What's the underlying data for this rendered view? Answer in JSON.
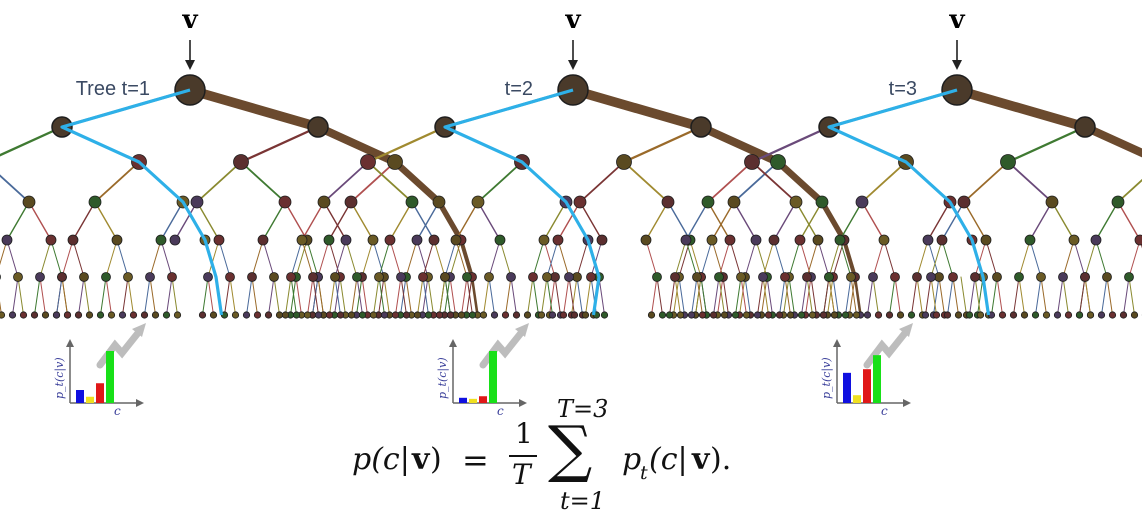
{
  "input_symbol": "v",
  "trees": [
    {
      "label": "Tree t=1",
      "hist": [
        {
          "color": "#1010e0",
          "value": 0.25
        },
        {
          "color": "#f0e020",
          "value": 0.12
        },
        {
          "color": "#e01818",
          "value": 0.38
        },
        {
          "color": "#18e018",
          "value": 1.0
        }
      ]
    },
    {
      "label": "t=2",
      "hist": [
        {
          "color": "#1010e0",
          "value": 0.1
        },
        {
          "color": "#f0e020",
          "value": 0.08
        },
        {
          "color": "#e01818",
          "value": 0.13
        },
        {
          "color": "#18e018",
          "value": 1.0
        }
      ]
    },
    {
      "label": "t=3",
      "hist": [
        {
          "color": "#1010e0",
          "value": 0.58
        },
        {
          "color": "#f0e020",
          "value": 0.15
        },
        {
          "color": "#e01818",
          "value": 0.65
        },
        {
          "color": "#18e018",
          "value": 0.92
        }
      ]
    }
  ],
  "hist_axes": {
    "y_label": "p_t(c|v)",
    "x_label": "c"
  },
  "colors": {
    "path": "#2eb0e8",
    "trunk": "#6b4a2e",
    "node": "#4a3a2a"
  },
  "equation": {
    "lhs": "p(c|",
    "lhs_v": "v",
    "lhs_close": ")",
    "equals": "=",
    "frac_num": "1",
    "frac_den": "T",
    "sum_upper": "T=3",
    "sum_symbol": "∑",
    "sum_lower": "t=1",
    "rhs_p": "p",
    "rhs_sub": "t",
    "rhs_arg": "(c|",
    "rhs_v": "v",
    "rhs_close": ").",
    "full": "p(c|v) = (1/T) Σ_{t=1}^{T=3} p_t(c|v)."
  }
}
